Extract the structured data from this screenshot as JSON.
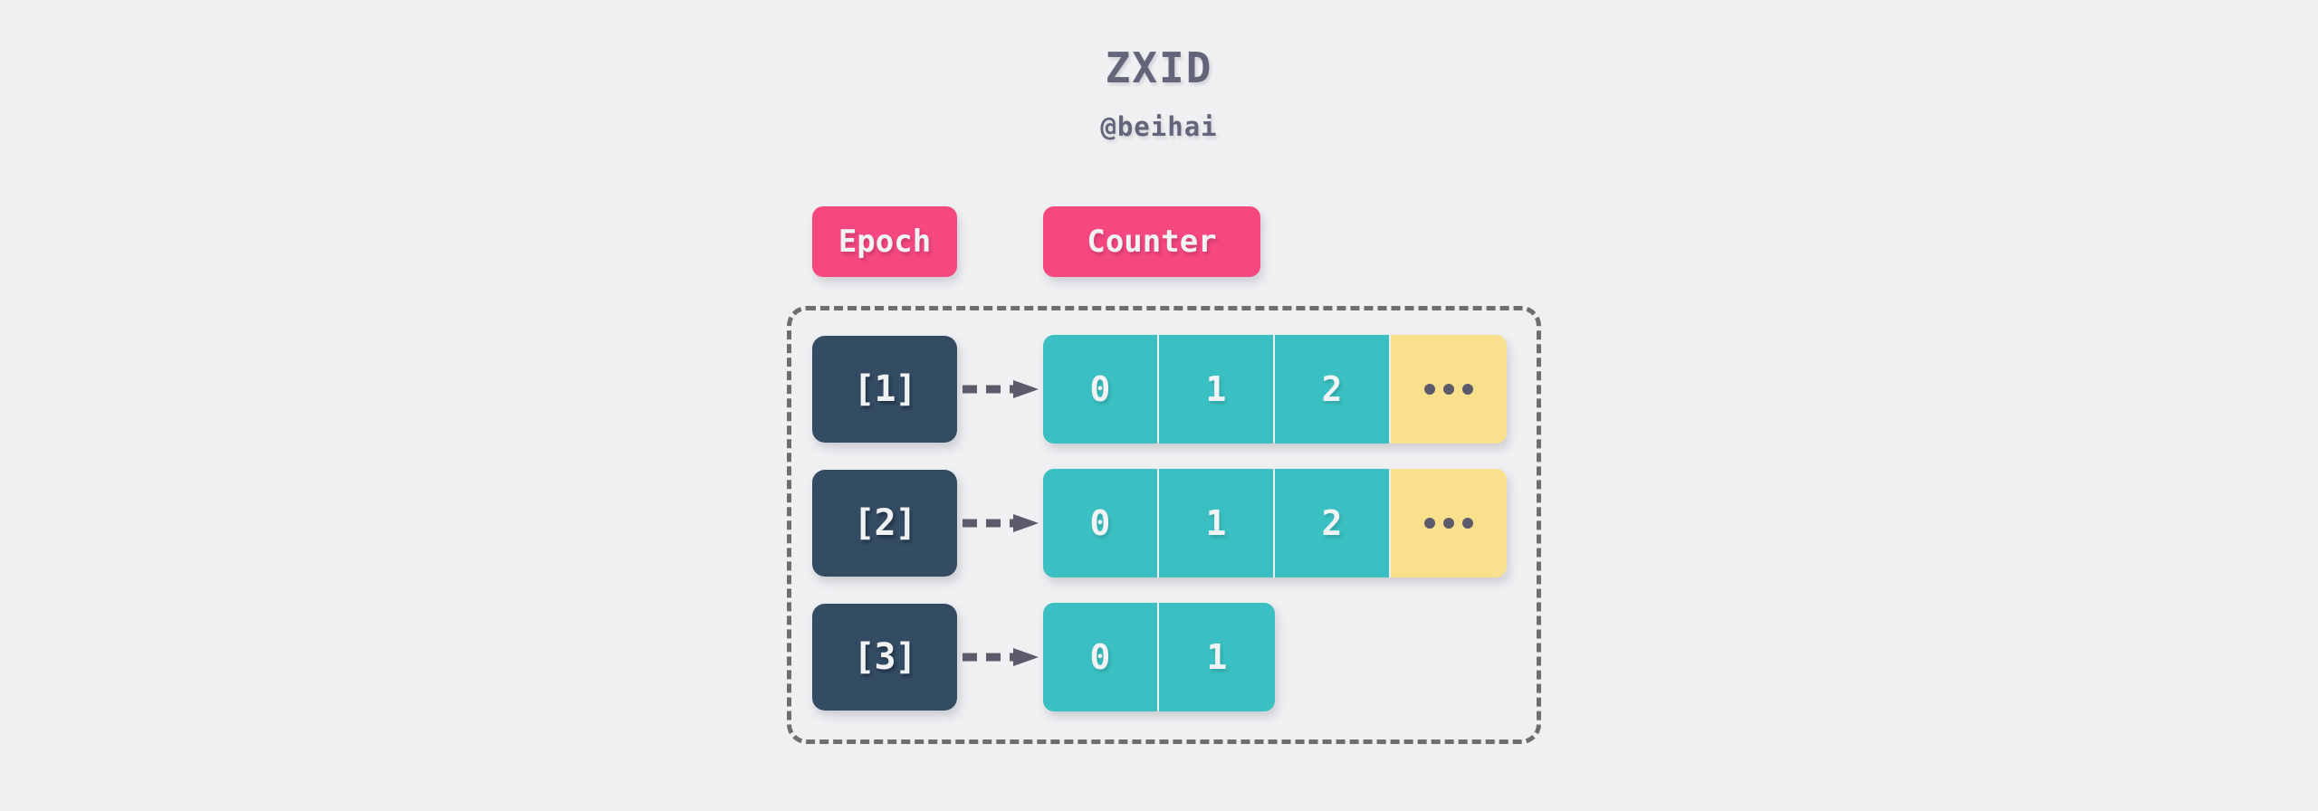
{
  "header": {
    "title": "ZXID",
    "subtitle": "@beihai"
  },
  "legend": {
    "epoch_label": "Epoch",
    "counter_label": "Counter"
  },
  "colors": {
    "background": "#eff0f2",
    "title_text": "#64647a",
    "badge_pink": "#f5487f",
    "epoch_navy": "#334b63",
    "counter_teal": "#3ac0c2",
    "ellipsis_yellow": "#f9e08c",
    "dashed_border": "#6e6e6e",
    "arrow": "#5b5b6b"
  },
  "diagram": {
    "rows": [
      {
        "epoch": "[1]",
        "counters": [
          "0",
          "1",
          "2"
        ],
        "has_more": true,
        "more_label": "..."
      },
      {
        "epoch": "[2]",
        "counters": [
          "0",
          "1",
          "2"
        ],
        "has_more": true,
        "more_label": "..."
      },
      {
        "epoch": "[3]",
        "counters": [
          "0",
          "1"
        ],
        "has_more": false,
        "more_label": ""
      }
    ]
  }
}
